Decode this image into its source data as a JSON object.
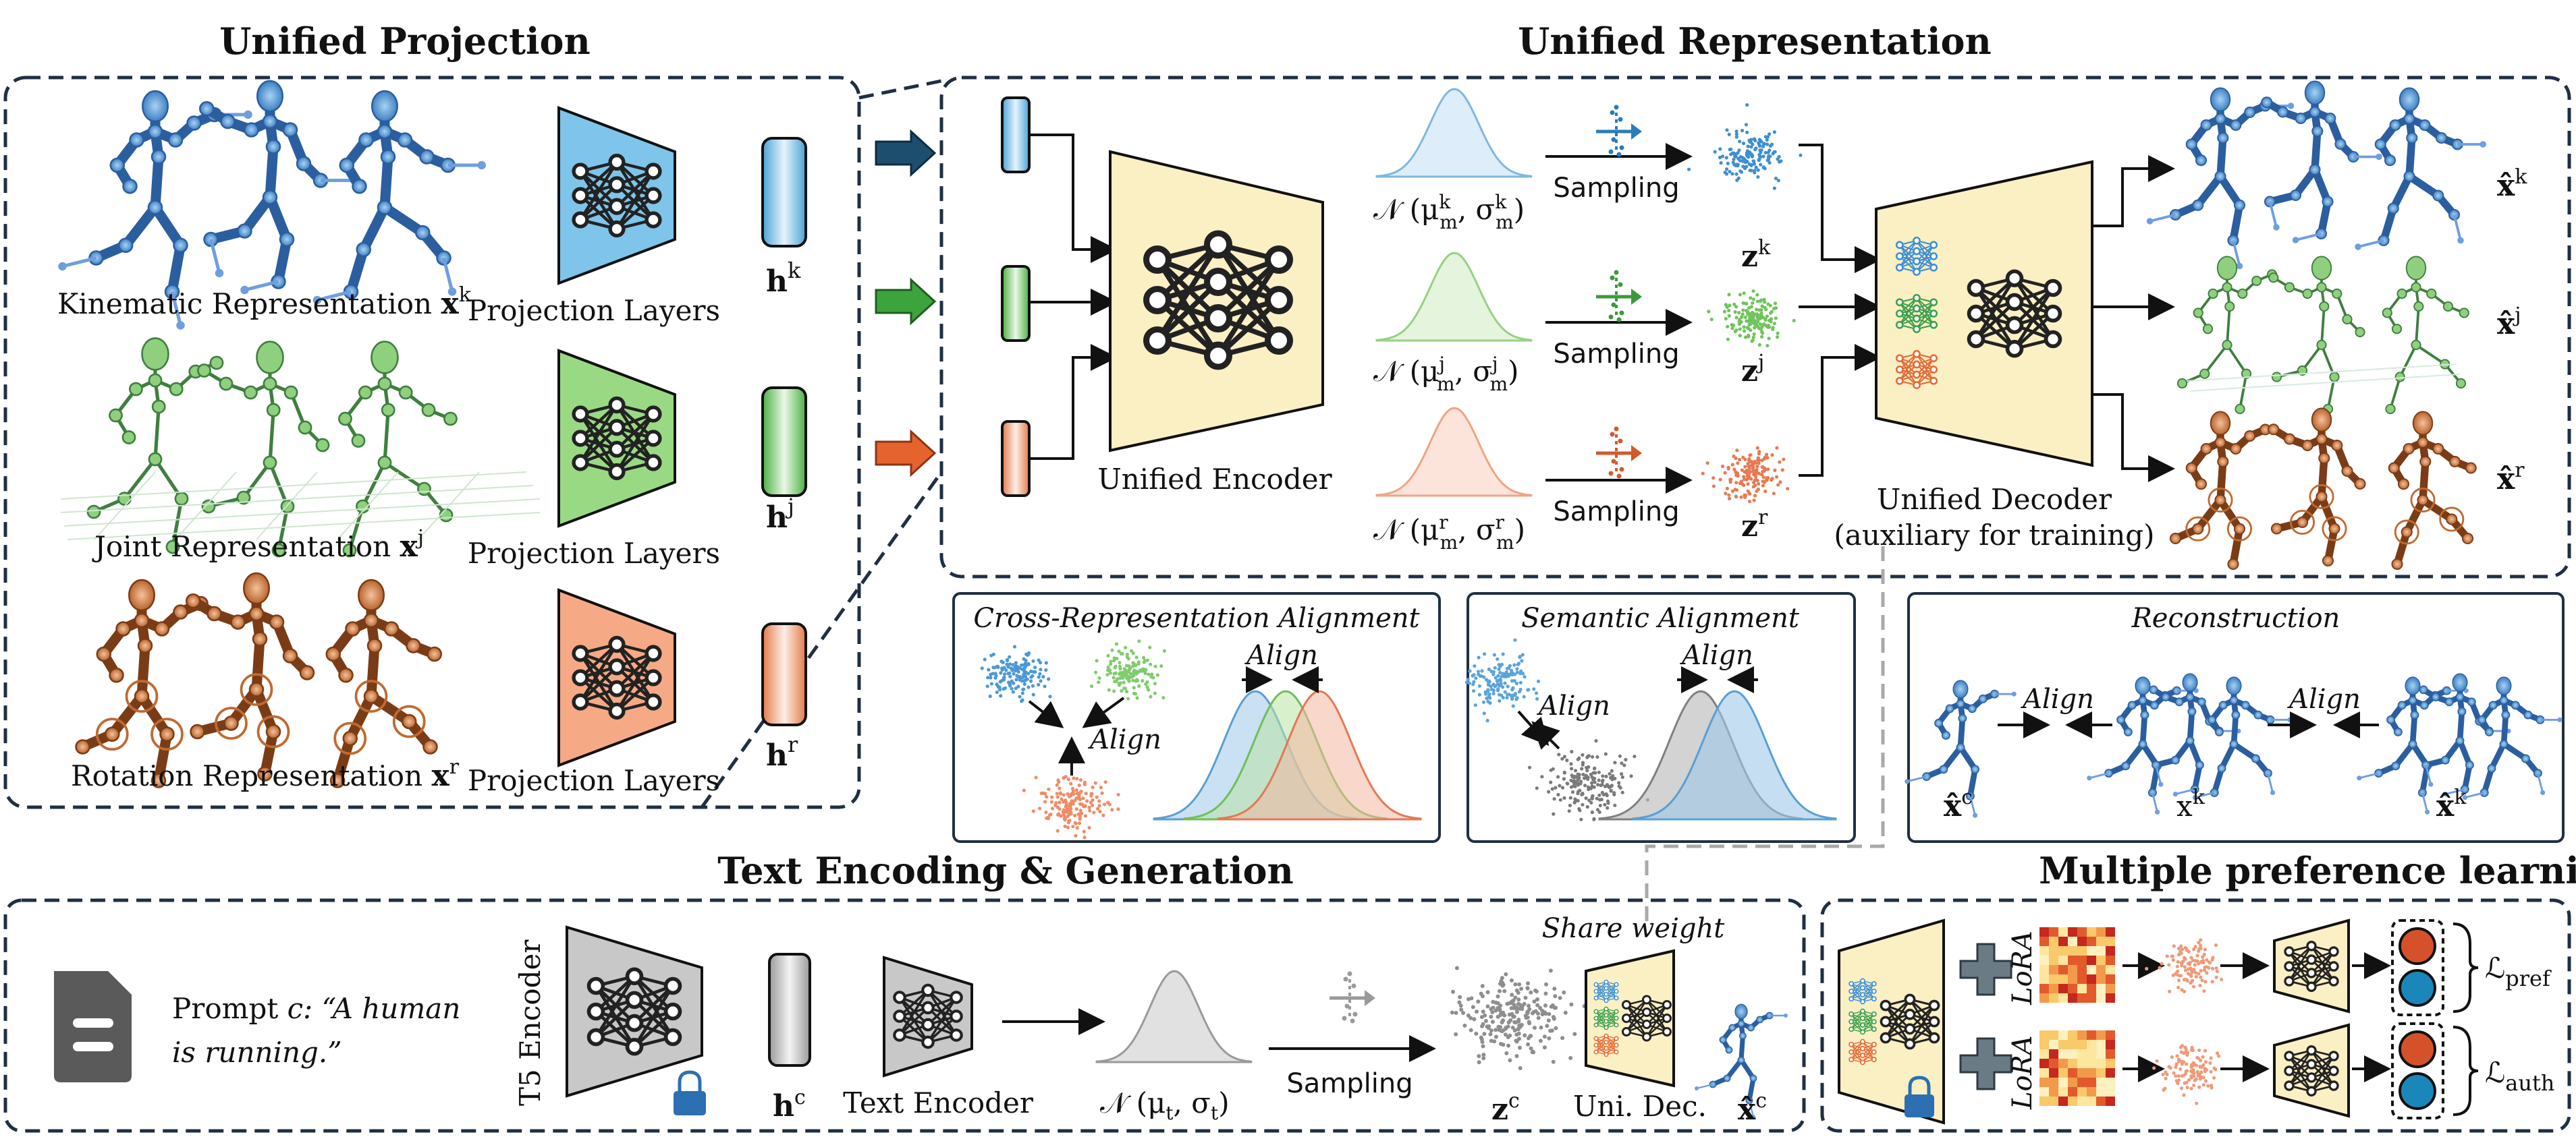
{
  "sections": {
    "unified_projection": "Unified Projection",
    "unified_representation": "Unified Representation",
    "text_encoding": "Text Encoding & Generation",
    "multiple_preference": "Multiple preference learning"
  },
  "projection": {
    "kinematic_label": "Kinematic Representation",
    "kinematic_sym": "x",
    "kinematic_sup": "k",
    "joint_label": "Joint Representation",
    "joint_sym": "x",
    "joint_sup": "j",
    "rotation_label": "Rotation Representation",
    "rotation_sym": "x",
    "rotation_sup": "r",
    "proj_layers": "Projection Layers",
    "h_sym": "h",
    "hk_sup": "k",
    "hj_sup": "j",
    "hr_sup": "r"
  },
  "representation": {
    "encoder_label": "Unified Encoder",
    "decoder_label": "Unified Decoder",
    "decoder_sub": "(auxiliary for training)",
    "sampling": "Sampling",
    "dist_k": "𝒩 (μ",
    "dist_k_tail": ")",
    "mu_sub": "m",
    "sigma": "σ",
    "z_sym": "z",
    "xhat_sym": "x̂",
    "sup_k": "k",
    "sup_j": "j",
    "sup_r": "r"
  },
  "alignment": {
    "cross_title": "Cross-Representation Alignment",
    "semantic_title": "Semantic Alignment",
    "reconstruction_title": "Reconstruction",
    "align": "Align",
    "xhat_c": "x̂",
    "x_k": "x",
    "xhat_k": "x̂",
    "sup_c": "c",
    "sup_k": "k"
  },
  "text_gen": {
    "prompt_prefix": "Prompt",
    "prompt_var": "c",
    "prompt_line1": ": “A human",
    "prompt_line2": "is running.”",
    "t5_encoder": "T5 Encoder",
    "text_encoder": "Text Encoder",
    "h_c": "h",
    "sup_c": "c",
    "dist": "𝒩 (μ",
    "dist_mid": ", σ",
    "dist_tail": ")",
    "sub_t": "t",
    "sampling": "Sampling",
    "z_c": "z",
    "uni_dec": "Uni. Dec.",
    "share_weight": "Share weight",
    "xhat_c": "x̂"
  },
  "preference": {
    "lora": "LoRA",
    "loss_pref": "ℒ",
    "loss_pref_sub": "pref",
    "loss_auth": "ℒ",
    "loss_auth_sub": "auth"
  },
  "colors": {
    "blue": "#7fc4ea",
    "green": "#8fd67c",
    "orange": "#f2a07a",
    "cream": "#fbefc4",
    "gray": "#cfcfcf",
    "frame": "#1f2f44"
  }
}
